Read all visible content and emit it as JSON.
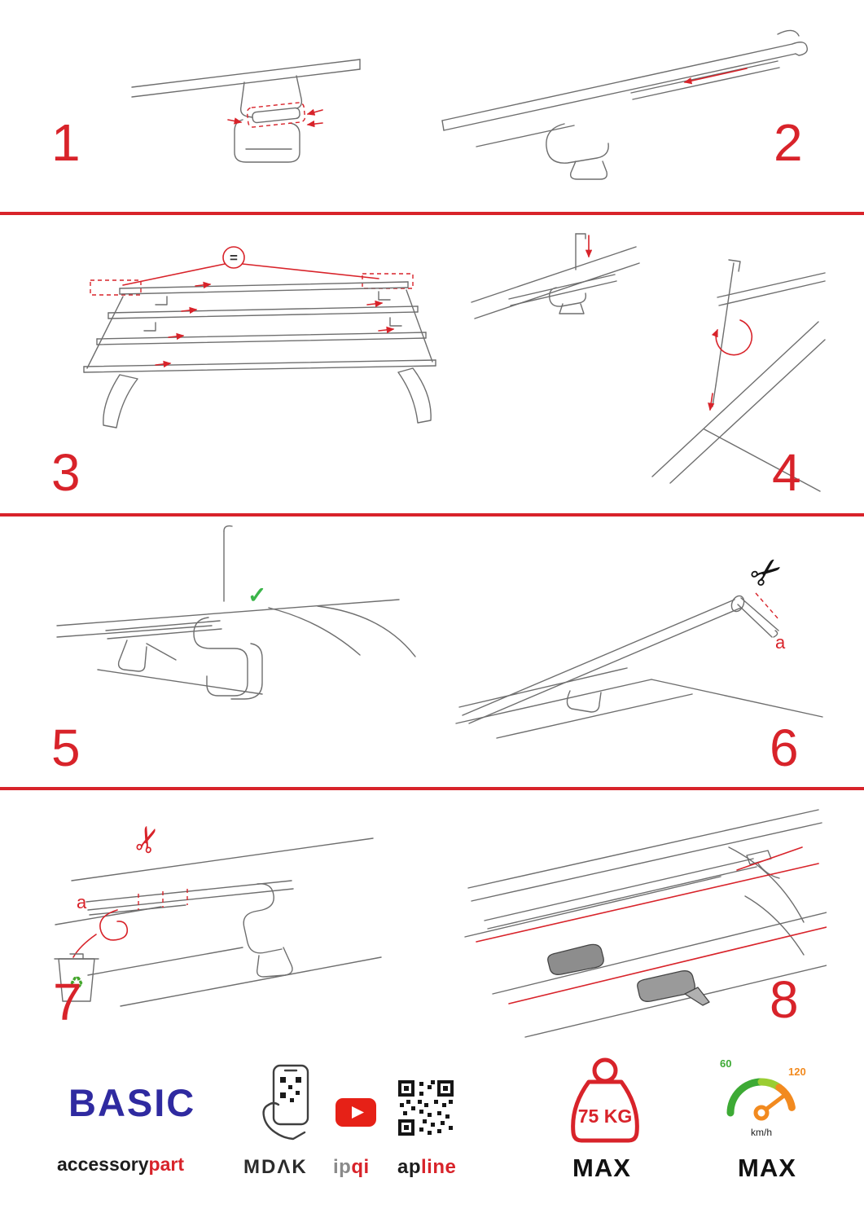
{
  "page": {
    "colors": {
      "accent_red": "#d8232a",
      "brand_blue": "#2f2aa0",
      "check_green": "#3bb54a",
      "recycle_green": "#44a62c",
      "speed_green": "#3daa35",
      "speed_orange": "#f28a1f",
      "youtube_red": "#e62117"
    }
  },
  "steps": [
    {
      "number": "1"
    },
    {
      "number": "2"
    },
    {
      "number": "3"
    },
    {
      "number": "4"
    },
    {
      "number": "5"
    },
    {
      "number": "6"
    },
    {
      "number": "7"
    },
    {
      "number": "8"
    }
  ],
  "annotations": {
    "equals": "=",
    "check": "✓",
    "scissors_black": "✂",
    "scissors_red": "✂",
    "recycle": "♻",
    "step6_label_a": "a",
    "step7_label_a": "a"
  },
  "footer": {
    "brand": "BASIC",
    "wordmark_primary": "accessory",
    "wordmark_accent": "part",
    "partner_mdak": "MDΛK",
    "partner_ipqi_primary": "ip",
    "partner_ipqi_accent": "qi",
    "partner_apline_primary": "ap",
    "partner_apline_accent": "line",
    "weight_limit": "75 KG",
    "weight_max_label": "MAX",
    "speed_tick_low": "60",
    "speed_tick_high": "120",
    "speed_unit": "km/h",
    "speed_max_label": "MAX"
  }
}
